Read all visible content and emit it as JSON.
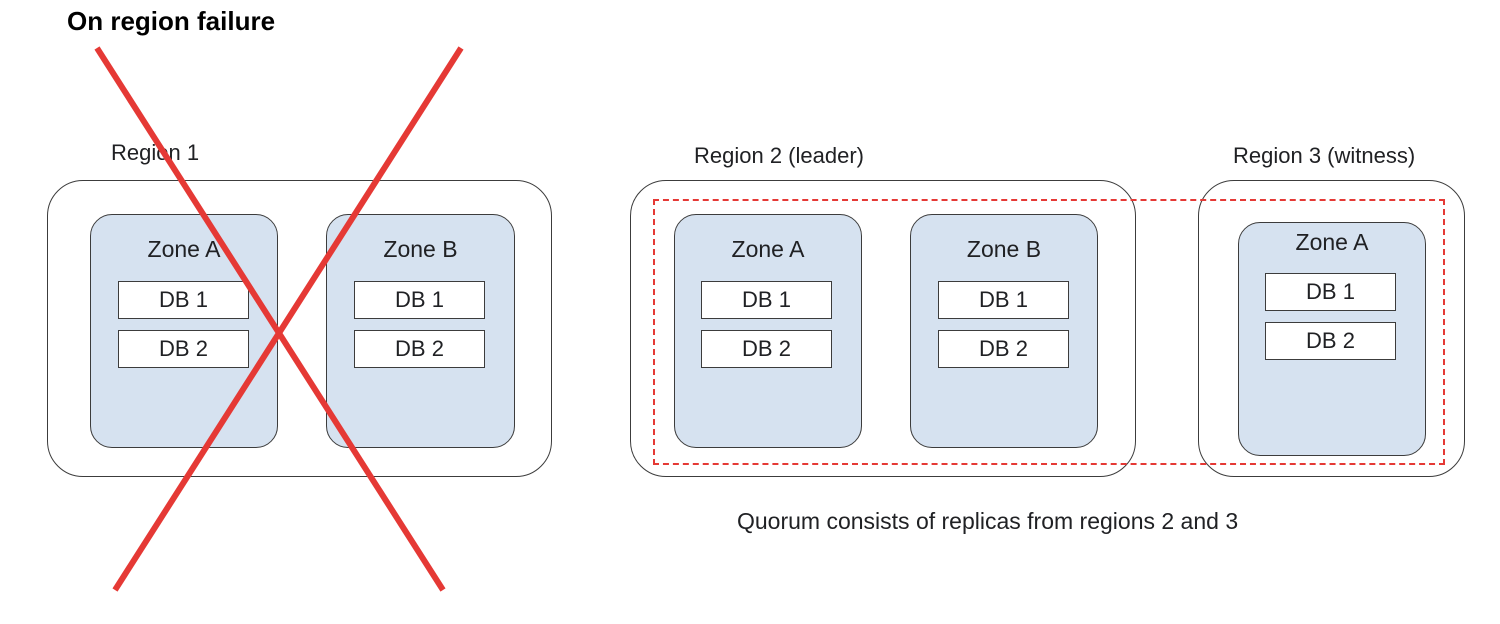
{
  "title": "On region failure",
  "regions": {
    "region1": {
      "label": "Region 1",
      "zones": [
        {
          "label": "Zone A",
          "dbs": [
            "DB 1",
            "DB 2"
          ]
        },
        {
          "label": "Zone B",
          "dbs": [
            "DB 1",
            "DB 2"
          ]
        }
      ]
    },
    "region2": {
      "label": "Region 2 (leader)",
      "zones": [
        {
          "label": "Zone A",
          "dbs": [
            "DB 1",
            "DB 2"
          ]
        },
        {
          "label": "Zone B",
          "dbs": [
            "DB 1",
            "DB 2"
          ]
        }
      ]
    },
    "region3": {
      "label": "Region 3 (witness)",
      "zones": [
        {
          "label": "Zone A",
          "dbs": [
            "DB 1",
            "DB 2"
          ]
        }
      ]
    }
  },
  "quorum_caption": "Quorum consists of replicas from regions 2 and 3",
  "colors": {
    "failure_cross": "#e53935",
    "quorum_border": "#e53935",
    "zone_fill": "#d6e2f0"
  }
}
